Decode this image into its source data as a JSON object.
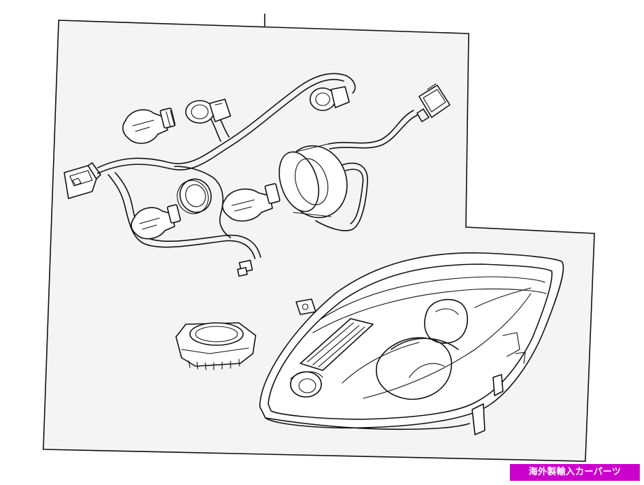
{
  "watermark": {
    "text": "海外製輸入カーパーツ",
    "background_color": "#cc00cc",
    "text_color": "#ffffff"
  },
  "diagram": {
    "background_color": "#f4f4f4",
    "line_color": "#111111",
    "parts": [
      "wiring-harness",
      "bulb",
      "bulb-socket",
      "connector",
      "dust-cap-ring",
      "adjuster-cap",
      "headlamp-assembly"
    ]
  }
}
